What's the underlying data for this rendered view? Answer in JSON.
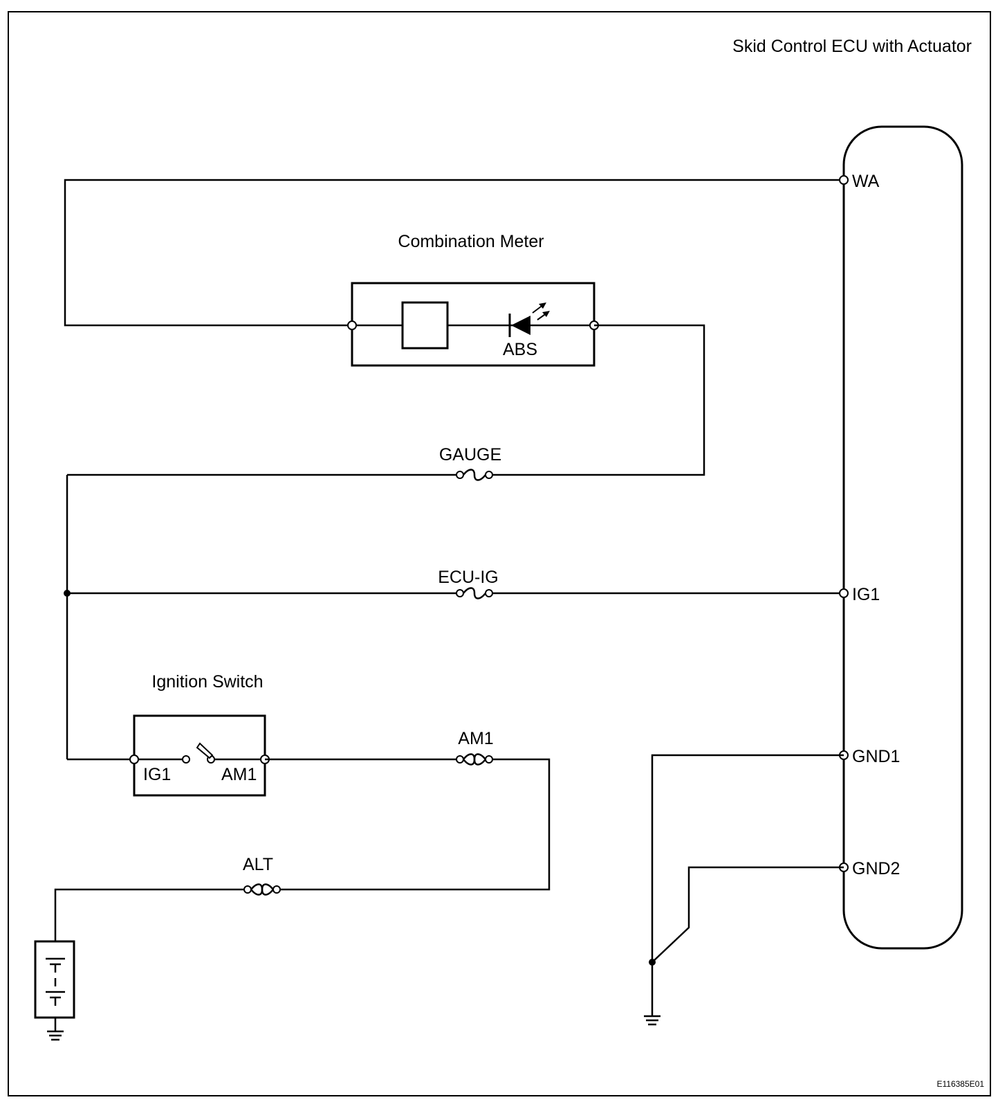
{
  "diagram": {
    "ecu_title": "Skid Control ECU with Actuator",
    "meter_title": "Combination Meter",
    "meter_lamp_label": "ABS",
    "switch_title": "Ignition Switch",
    "switch_pin_ig1": "IG1",
    "switch_pin_am1": "AM1",
    "ecu_pins": {
      "wa": "WA",
      "ig1": "IG1",
      "gnd1": "GND1",
      "gnd2": "GND2"
    },
    "fuses": {
      "gauge": "GAUGE",
      "ecu_ig": "ECU-IG",
      "am1": "AM1",
      "alt": "ALT"
    },
    "figure_code": "E116385E01"
  }
}
